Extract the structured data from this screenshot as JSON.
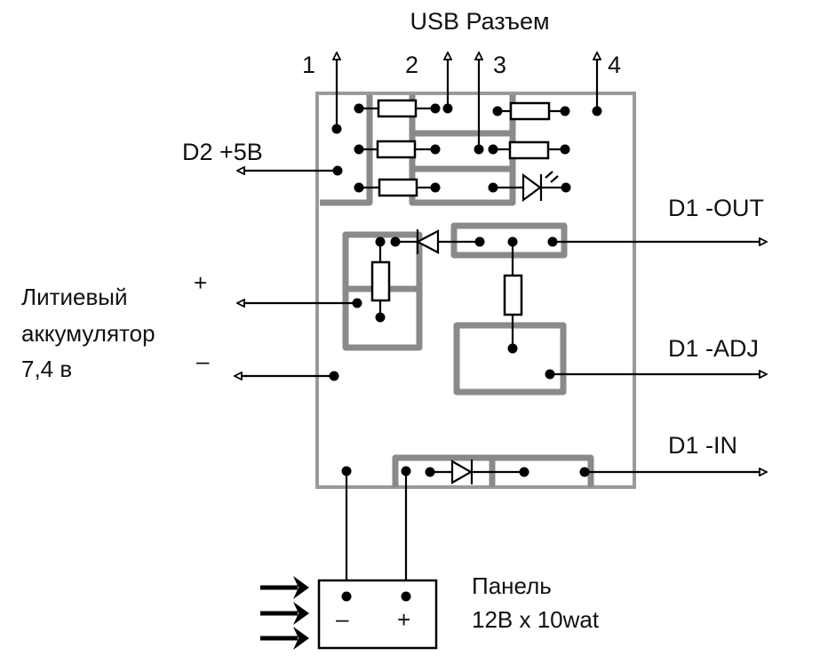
{
  "title": "USB Разъем",
  "usb_pins": [
    "1",
    "2",
    "3",
    "4"
  ],
  "left_labels": {
    "d2": "D2 +5B",
    "battery_line1": "Литиевый",
    "battery_line2": "аккумулятор",
    "battery_line3": "7,4 в",
    "battery_plus": "+",
    "battery_minus": "–"
  },
  "right_labels": {
    "out": "D1 -OUT",
    "adj": "D1 -ADJ",
    "in": "D1 -IN"
  },
  "panel": {
    "line1": "Панель",
    "line2": "12B x 10wat",
    "minus": "–",
    "plus": "+"
  }
}
